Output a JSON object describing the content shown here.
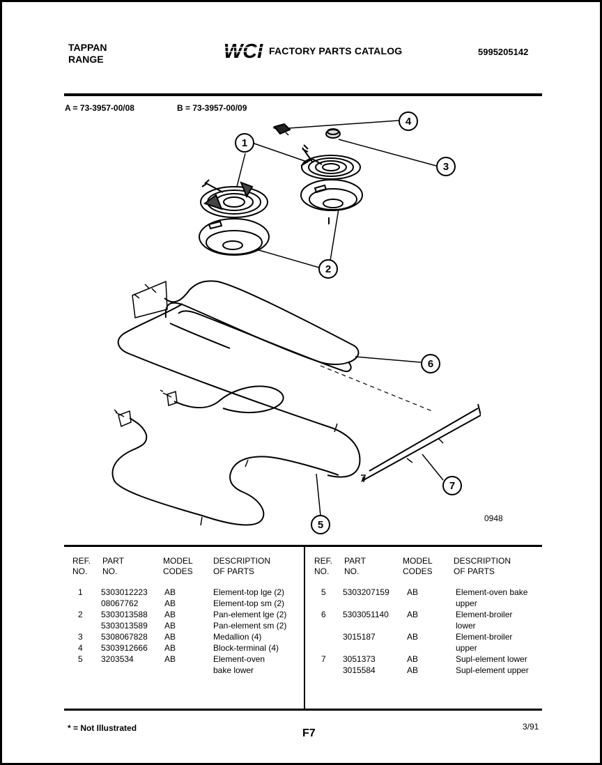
{
  "header": {
    "brand_line1": "TAPPAN",
    "brand_line2": "RANGE",
    "logo_text": "WCI",
    "catalog_title": "FACTORY PARTS CATALOG",
    "catalog_number": "5995205142"
  },
  "models": {
    "a": "A = 73-3957-00/08",
    "b": "B = 73-3957-00/09"
  },
  "diagram": {
    "callouts": [
      "1",
      "2",
      "3",
      "4",
      "5",
      "6",
      "7"
    ],
    "drawing_number": "0948"
  },
  "table": {
    "headers": {
      "ref": [
        "REF.",
        "NO."
      ],
      "part": [
        "PART",
        "NO."
      ],
      "model": [
        "MODEL",
        "CODES"
      ],
      "desc": [
        "DESCRIPTION",
        "OF PARTS"
      ]
    },
    "left_rows": [
      {
        "ref": "1",
        "part": "5303012223",
        "codes": "AB",
        "desc": "Element-top lge (2)"
      },
      {
        "ref": "",
        "part": "08067762",
        "codes": "AB",
        "desc": "Element-top sm (2)"
      },
      {
        "ref": "2",
        "part": "5303013588",
        "codes": "AB",
        "desc": "Pan-element lge (2)"
      },
      {
        "ref": "",
        "part": "5303013589",
        "codes": "AB",
        "desc": "Pan-element sm (2)"
      },
      {
        "ref": "3",
        "part": "5308067828",
        "codes": "AB",
        "desc": "Medallion (4)"
      },
      {
        "ref": "4",
        "part": "5303912666",
        "codes": "AB",
        "desc": "Block-terminal (4)"
      },
      {
        "ref": "5",
        "part": "3203534",
        "codes": "AB",
        "desc": "Element-oven"
      },
      {
        "ref": "",
        "part": "",
        "codes": "",
        "desc": "bake lower"
      }
    ],
    "right_rows": [
      {
        "ref": "5",
        "part": "5303207159",
        "codes": "AB",
        "desc": "Element-oven bake"
      },
      {
        "ref": "",
        "part": "",
        "codes": "",
        "desc": "upper"
      },
      {
        "ref": "6",
        "part": "5303051140",
        "codes": "AB",
        "desc": "Element-broiler"
      },
      {
        "ref": "",
        "part": "",
        "codes": "",
        "desc": "lower"
      },
      {
        "ref": "",
        "part": "3015187",
        "codes": "AB",
        "desc": "Element-broiler"
      },
      {
        "ref": "",
        "part": "",
        "codes": "",
        "desc": "upper"
      },
      {
        "ref": "7",
        "part": "3051373",
        "codes": "AB",
        "desc": "Supl-element lower"
      },
      {
        "ref": "",
        "part": "3015584",
        "codes": "AB",
        "desc": "Supl-element upper"
      }
    ]
  },
  "footer": {
    "note": "* = Not Illustrated",
    "page": "F7",
    "date": "3/91"
  }
}
